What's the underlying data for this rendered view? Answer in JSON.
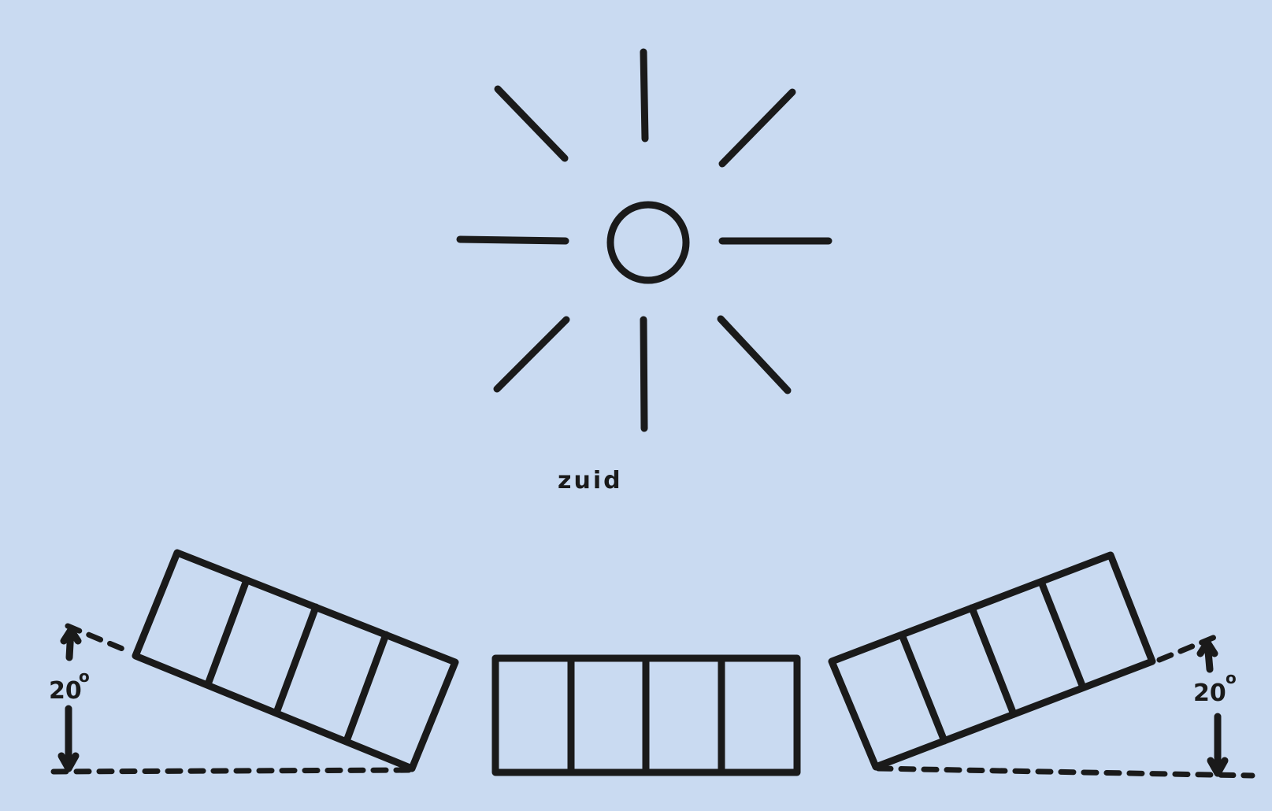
{
  "diagram": {
    "direction_label": "zuid",
    "left_angle": {
      "value": "20",
      "unit": "o"
    },
    "right_angle": {
      "value": "20",
      "unit": "o"
    },
    "colors": {
      "background": "#c9daf1",
      "ink": "#1a1a1a"
    },
    "icons": {
      "sun": "sun-icon"
    }
  }
}
